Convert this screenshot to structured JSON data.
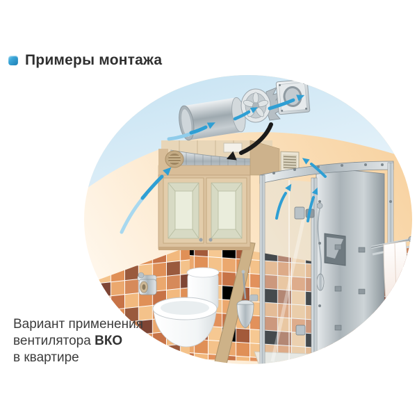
{
  "header": {
    "title": "Примеры монтажа",
    "bullet_color": "#2f9fd4"
  },
  "caption": {
    "line1": "Вариант применения",
    "line2_prefix": "вентилятора ",
    "line2_bold": "ВКО",
    "line3": "в квартире"
  },
  "illustration": {
    "subject": "bathroom-with-inline-fan-VKO-installation",
    "palette": {
      "accent_blue": "#2f9fd4",
      "sky_blue": "#c9e5f4",
      "wall_peach": "#f7d09c",
      "tile_orange": "#e89455",
      "tile_brown": "#8a4a34",
      "floor_terracotta": "#c96f2d",
      "cabinet_tan": "#dcc3a0",
      "metal_gray": "#aab4ba",
      "towel_white": "#faf4f0"
    }
  }
}
